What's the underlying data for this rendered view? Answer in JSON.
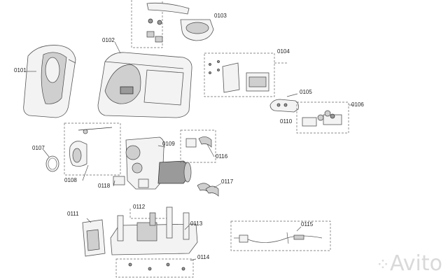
{
  "labels": {
    "p0101": "0101",
    "p0102": "0102",
    "p0103": "0103",
    "p0104": "0104",
    "p0105": "0105",
    "p0106": "0106",
    "p0107": "0107",
    "p0108": "0108",
    "p0109": "0109",
    "p0110": "0110",
    "p0111": "0111",
    "p0112": "0112",
    "p0113": "0113",
    "p0114": "0114",
    "p0115": "0115",
    "p0116": "0116",
    "p0117": "0117",
    "p0118": "0118"
  },
  "watermark": "Avito"
}
